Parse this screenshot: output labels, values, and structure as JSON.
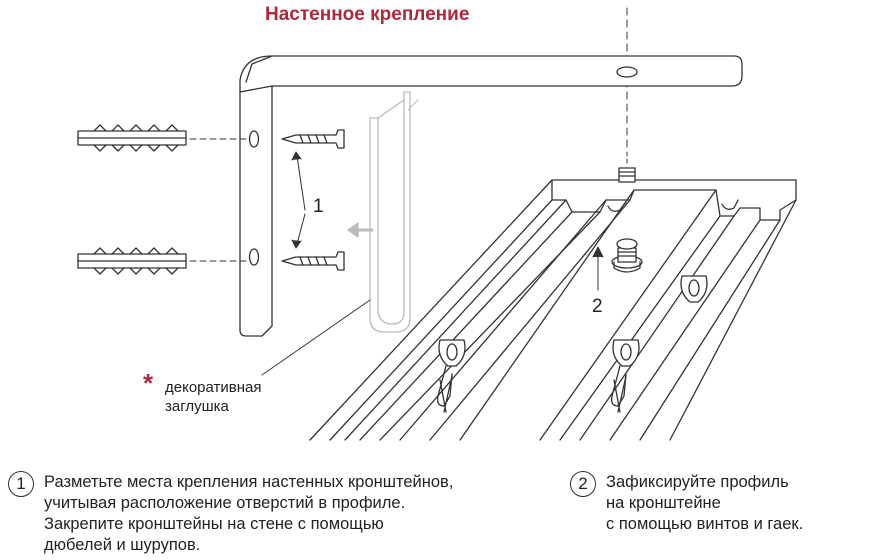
{
  "title": "Настенное крепление",
  "callouts": {
    "label1": "1",
    "label2": "2"
  },
  "note": {
    "star": "*",
    "line1": "декоративная",
    "line2": "заглушка"
  },
  "steps": [
    {
      "num": "1",
      "lines": [
        "Разметьте места крепления настенных кронштейнов,",
        "учитывая расположение отверстий в профиле.",
        "Закрепите  кронштейны  на  стене с помощью",
        "дюбелей и шурупов."
      ]
    },
    {
      "num": "2",
      "lines": [
        "Зафиксируйте профиль",
        "на кронштейне",
        "с помощью винтов и гаек."
      ]
    }
  ],
  "colors": {
    "accent": "#b0273a",
    "line": "#333333"
  }
}
